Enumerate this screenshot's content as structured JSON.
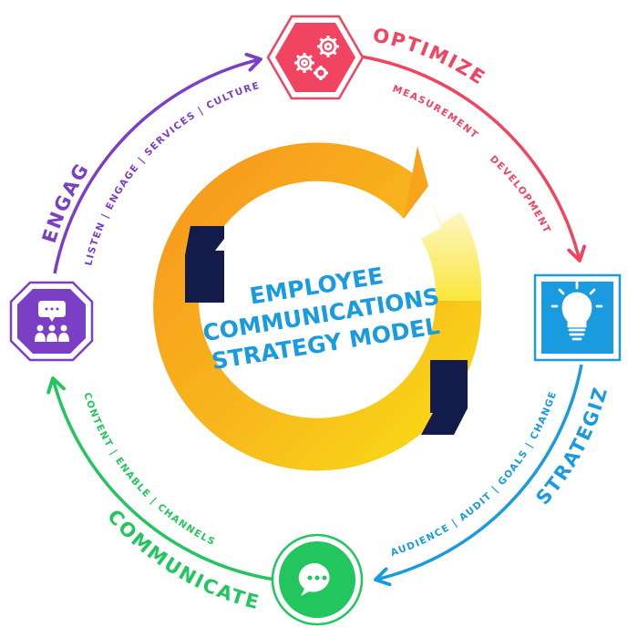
{
  "title": {
    "line1": "EMPLOYEE",
    "line2": "COMMUNICATIONS",
    "line3": "STRATEGY MODEL"
  },
  "colors": {
    "optimize": "#f04460",
    "strategize": "#1a9be0",
    "communicate": "#22c55e",
    "engage": "#7b3fc6",
    "title": "#1a9be0",
    "quote": "#131b4a",
    "ring_start": "#f7931e",
    "ring_end": "#f9d616"
  },
  "stages": {
    "optimize": {
      "label": "OPTIMIZE",
      "sub1": "MEASUREMENT",
      "sub2": "DEVELOPMENT",
      "icon": "gears-icon"
    },
    "strategize": {
      "label": "STRATEGIZE",
      "subtitle": "AUDIENCE | AUDIT | GOALS | CHANGE",
      "icon": "lightbulb-icon"
    },
    "communicate": {
      "label": "COMMUNICATE",
      "subtitle": "CONTENT | ENABLE | CHANNELS",
      "icon": "chat-bubble-icon"
    },
    "engage": {
      "label": "ENGAGE",
      "subtitle": "LISTEN | ENGAGE | SERVICES | CULTURE",
      "icon": "team-meeting-icon"
    }
  }
}
